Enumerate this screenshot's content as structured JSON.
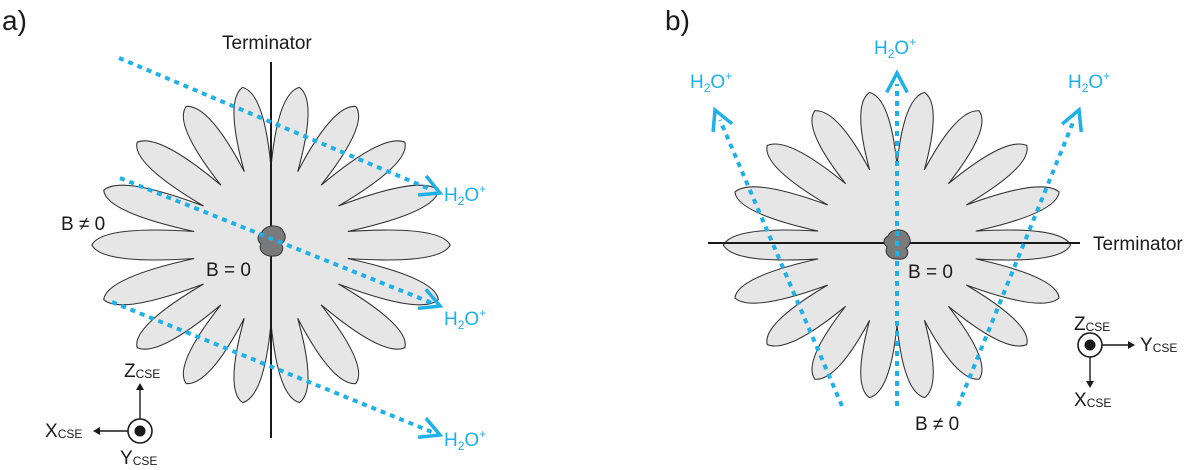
{
  "colors": {
    "ion_path": "#1eb0e8",
    "flower_fill": "#e6e6e6",
    "flower_stroke": "#333333",
    "nucleus_fill": "#7a7a7a",
    "line": "#1a1a1a"
  },
  "panel_a": {
    "label": "a)",
    "terminator": "Terminator",
    "b_nonzero": "B ≠ 0",
    "b_zero": "B = 0",
    "ion": {
      "base": "H",
      "sub": "2",
      "mid": "O",
      "sup": "+"
    },
    "axes": {
      "z": {
        "base": "Z",
        "sub": "CSE"
      },
      "x": {
        "base": "X",
        "sub": "CSE"
      },
      "y": {
        "base": "Y",
        "sub": "CSE"
      }
    }
  },
  "panel_b": {
    "label": "b)",
    "terminator": "Terminator",
    "b_nonzero": "B ≠ 0",
    "b_zero": "B = 0",
    "ion": {
      "base": "H",
      "sub": "2",
      "mid": "O",
      "sup": "+"
    },
    "axes": {
      "z": {
        "base": "Z",
        "sub": "CSE"
      },
      "y": {
        "base": "Y",
        "sub": "CSE"
      },
      "x": {
        "base": "X",
        "sub": "CSE"
      }
    }
  }
}
